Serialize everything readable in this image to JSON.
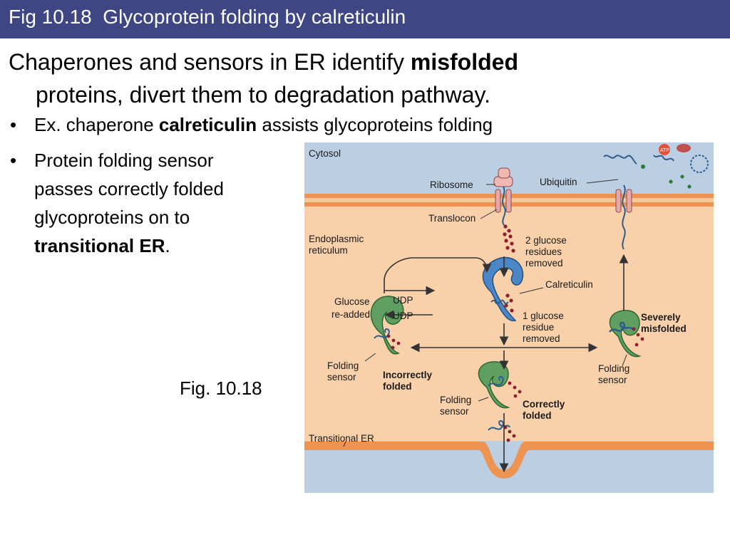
{
  "title": "Fig 10.18  Glycoprotein folding by calreticulin",
  "main_bullet": {
    "pre": "Chaperones and sensors in ER identify ",
    "bold": "misfolded",
    "post": "proteins, divert them to degradation pathway."
  },
  "sub_bullets": [
    {
      "marker": "•",
      "pre": "Ex. chaperone ",
      "bold": "calreticulin",
      "post": " assists glycoproteins folding"
    },
    {
      "marker": "•",
      "lines": [
        "Protein folding sensor",
        "passes correctly folded",
        "glycoproteins on to"
      ],
      "bold": "transitional ER",
      "post": "."
    }
  ],
  "fig_caption": "Fig. 10.18",
  "diagram": {
    "cytosol": "Cytosol",
    "ribosome": "Ribosome",
    "ubiquitin": "Ubiquitin",
    "translocon": "Translocon",
    "atp": "ATP",
    "er_label": [
      "Endoplasmic",
      "reticulum"
    ],
    "glucose_removed_2": [
      "2 glucose",
      "residues",
      "removed"
    ],
    "calreticulin": "Calreticulin",
    "glucose_readded": [
      "Glucose",
      "re-added"
    ],
    "udp_1": "UDP",
    "udp_2": "UDP",
    "glucose_removed_1": [
      "1 glucose",
      "residue",
      "removed"
    ],
    "severely_misfolded": [
      "Severely",
      "misfolded"
    ],
    "folding_sensor": [
      "Folding",
      "sensor"
    ],
    "incorrectly_folded": [
      "Incorrectly",
      "folded"
    ],
    "correctly_folded": [
      "Correctly",
      "folded"
    ],
    "transitional_er": "Transitional ER",
    "colors": {
      "cytosol": "#bccfe2",
      "lumen": "#f8d0a9",
      "membrane": "#ee9452",
      "calreticulin": "#4b87c6",
      "folding_sensor": "#5f9f62",
      "protein": "#2d5d90",
      "glucose": "#8f1f2f"
    }
  }
}
